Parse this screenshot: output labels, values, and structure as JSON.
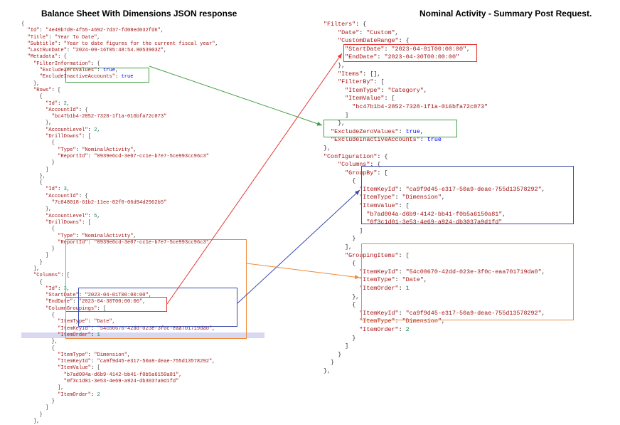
{
  "titles": {
    "left": "Balance Sheet With Dimensions JSON response",
    "right": "Nominal Activity - Summary Post Request."
  },
  "colors": {
    "red": "#e53935",
    "green": "#43a047",
    "blue": "#3949ab",
    "orange": "#ef8a3a"
  },
  "left_lines": [
    "{",
    "  \"Id\": \"4e49b7d8-4f55-4692-7d37-fd08ed032fd6\",",
    "  \"Title\": \"Year To Date\",",
    "  \"Subtitle\": \"Year to date figures for the current fiscal year\",",
    "  \"LastRunDate\": \"2024-09-16T05:48:54.8053903Z\",",
    "  \"Metadata\": {",
    "    \"FilterInformation\": {",
    "      \"ExcludeZeroValues\": true,",
    "      \"ExcludeInactiveAccounts\": true",
    "    },",
    "    \"Rows\": [",
    "      {",
    "        \"Id\": 2,",
    "        \"AccountId\": {",
    "          \"bc47b1b4-2852-7328-1f1a-016bfa72c073\"",
    "        },",
    "        \"AccountLevel\": 2,",
    "        \"DrillDowns\": [",
    "          {",
    "            \"Type\": \"NominalActivity\",",
    "            \"ReportId\": \"0939e6cd-3e07-cc1e-b7e7-5ce993cc96c3\"",
    "          }",
    "        ]",
    "      },",
    "      {",
    "        \"Id\": 3,",
    "        \"AccountId\": {",
    "          \"7c048018-61b2-11ee-82f0-06d94d2962b5\"",
    "        },",
    "        \"AccountLevel\": 5,",
    "        \"DrillDowns\": [",
    "          {",
    "            \"Type\": \"NominalActivity\",",
    "            \"ReportId\": \"0939e6cd-3e07-cc1e-b7e7-5ce993cc96c3\"",
    "          }",
    "        ]",
    "      }",
    "    ],",
    "    \"Columns\": [",
    "      {",
    "        \"Id\": 3,",
    "        \"StartDate\": \"2023-04-01T00:00:00\",",
    "        \"EndDate\": \"2023-04-30T00:00:00\",",
    "        \"ColumnGroupings\": [",
    "          {",
    "            \"ItemType\": \"Date\",",
    "            \"ItemKeyId\": \"54c00670-42dd-023e-3f0c-eaa701719da0\",",
    "            \"ItemOrder\": 1",
    "          },",
    "          {",
    "            \"ItemType\": \"Dimension\",",
    "            \"ItemKeyId\": \"ca9f9d45-e317-50a9-deae-755d13578292\",",
    "            \"ItemValue\": [",
    "              \"b7ad004a-d6b9-4142-bb41-f0b5a6150a81\",",
    "              \"0f3c1d01-3e53-4e69-a924-db3037a9d1fd\"",
    "            ],",
    "            \"ItemOrder\": 2",
    "          }",
    "        ]",
    "      }",
    "    ],"
  ],
  "right_lines": [
    "\"Filters\": {",
    "    \"Date\": \"Custom\",",
    "    \"CustomDateRange\": {",
    "      \"StartDate\": \"2023-04-01T00:00:00\",",
    "      \"EndDate\": \"2023-04-30T00:00:00\"",
    "    },",
    "    \"Items\": [],",
    "    \"FilterBy\": [",
    "      \"ItemType\": \"Category\",",
    "      \"ItemValue\": [",
    "        \"bc47b1b4-2852-7328-1f1a-016bfa72c073\"",
    "      ]",
    "    },",
    "  \"ExcludeZeroValues\": true,",
    "  \"ExcludeInactiveAccounts\": true",
    "},",
    "\"Configuration\": {",
    "    \"Columns\": {",
    "      \"GroupBy\": [",
    "        {",
    "          \"ItemKeyId\": \"ca9f9d45-e317-50a9-deae-755d13578292\",",
    "          \"ItemType\": \"Dimension\",",
    "          \"ItemValue\": [",
    "            \"b7ad004a-d6b9-4142-bb41-f0b5a6150a81\",",
    "            \"0f3c1d01-3e53-4e69-a924-db3037a9d1fd\"",
    "          ]",
    "        }",
    "      ],",
    "      \"GroupingItems\": [",
    "        {",
    "          \"ItemKeyId\": \"54c00670-42dd-023e-3f0c-eaa701719da0\",",
    "          \"ItemType\": \"Date\",",
    "          \"ItemOrder\": 1",
    "        },",
    "        {",
    "          \"ItemKeyId\": \"ca9f9d45-e317-50a9-deae-755d13578292\",",
    "          \"ItemType\": \"Dimension\",",
    "          \"ItemOrder\": 2",
    "        }",
    "      ]",
    "    }",
    "  }",
    "},"
  ]
}
